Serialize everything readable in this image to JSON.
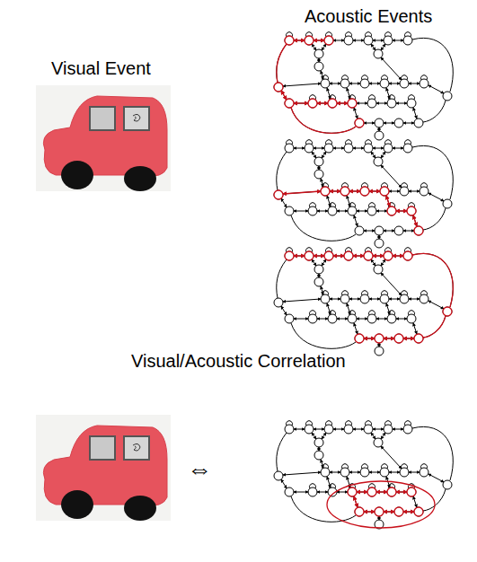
{
  "diagram": {
    "labels": [
      "Acoustic Events",
      "Visual Event",
      "Visual/Acoustic Correlation",
      "⇔"
    ]
  }
}
